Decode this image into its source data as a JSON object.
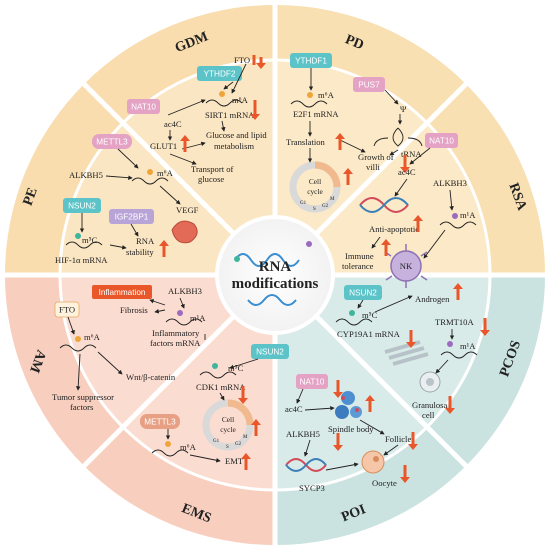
{
  "center": {
    "line1": "RNA",
    "line2": "modifications"
  },
  "segments": {
    "gdm": "GDM",
    "pd": "PD",
    "rsa": "RSA",
    "pcos": "PCOS",
    "poi": "POI",
    "ems": "EMS",
    "am": "AM",
    "pe": "PE"
  },
  "gdm": {
    "ythdf2": "YTHDF2",
    "nat10": "NAT10",
    "fto": "FTO",
    "m6a": "m⁶A",
    "sirt1": "SIRT1 mRNA",
    "ac4c": "ac4C",
    "glut1": "GLUT1",
    "glucose_lipid_1": "Glucose and lipid",
    "glucose_lipid_2": "metabolism",
    "transport_1": "Transport of",
    "transport_2": "glucose"
  },
  "pd": {
    "ythdf1": "YTHDF1",
    "pus7": "PUS7",
    "m6a": "m⁶A",
    "e2f1": "E2F1 mRNA",
    "psi": "Ψ",
    "trna": "tRNA",
    "translation": "Translation",
    "growth_1": "Growth of",
    "growth_2": "villi",
    "cell_1": "Cell",
    "cell_2": "cycle",
    "g1": "G1",
    "s": "S",
    "g2": "G2",
    "m": "M"
  },
  "rsa": {
    "nat10": "NAT10",
    "ac4c": "ac4C",
    "alkbh3": "ALKBH3",
    "anti": "Anti-apoptotic",
    "immune_1": "Immune",
    "immune_2": "tolerance",
    "m1a": "m¹A",
    "nk": "NK"
  },
  "pe": {
    "mettl3": "METTL3",
    "alkbh5": "ALKBH5",
    "nsun2": "NSUN2",
    "igf2bp1": "IGF2BP1",
    "m6a": "m⁶A",
    "vegf": "VEGF",
    "m5c": "m⁵C",
    "hif": "HIF-1α mRNA",
    "rna_1": "RNA",
    "rna_2": "stability"
  },
  "am": {
    "inflammation": "Inflammation",
    "alkbh3": "ALKBH3",
    "fto": "FTO",
    "fibrosis": "Fibrosis",
    "m1a": "m¹A",
    "inflam_1": "Inflammatory",
    "inflam_2": "factors mRNA",
    "m6a": "m⁶A",
    "wnt": "Wnt/β-catenin",
    "tumor_1": "Tumor suppressor",
    "tumor_2": "factors"
  },
  "ems": {
    "nsun2": "NSUN2",
    "m5c": "m⁵C",
    "cdk1": "CDK1 mRNA",
    "mettl3": "METTL3",
    "m6a": "m⁶A",
    "emt": "EMT",
    "cell_1": "Cell",
    "cell_2": "cycle",
    "g1": "G1",
    "s": "S",
    "g2": "G2",
    "m": "M"
  },
  "pcos": {
    "nsun2": "NSUN2",
    "androgen": "Androgen",
    "m5c": "m⁵C",
    "cyp": "CYP19A1 mRNA",
    "trmt10a": "TRMT10A",
    "m1a": "m¹A",
    "granulosa_1": "Granulosa",
    "granulosa_2": "cell"
  },
  "poi": {
    "nat10": "NAT10",
    "ac4c": "ac4C",
    "spindle": "Spindle body",
    "follicle": "Follicle",
    "alkbh5": "ALKBH5",
    "oocyte": "Oocyte",
    "sycp3": "SYCP3"
  },
  "colors": {
    "up": "#e8562a",
    "down": "#e8562a",
    "m6a_dot": "#f0a53a",
    "m5c_dot": "#3fb59b",
    "m1a_dot": "#9b6bc0",
    "pill_teal": "#5cc4c8",
    "pill_pink": "#e4a2c4",
    "pill_purple": "#b9a4d8",
    "pill_red": "#e8562a"
  },
  "icons": [
    "mrna-wave",
    "cell-cycle-ring",
    "nk-cell",
    "dna-helix",
    "oocyte",
    "spindle-body",
    "placenta",
    "trna-cloverleaf"
  ]
}
